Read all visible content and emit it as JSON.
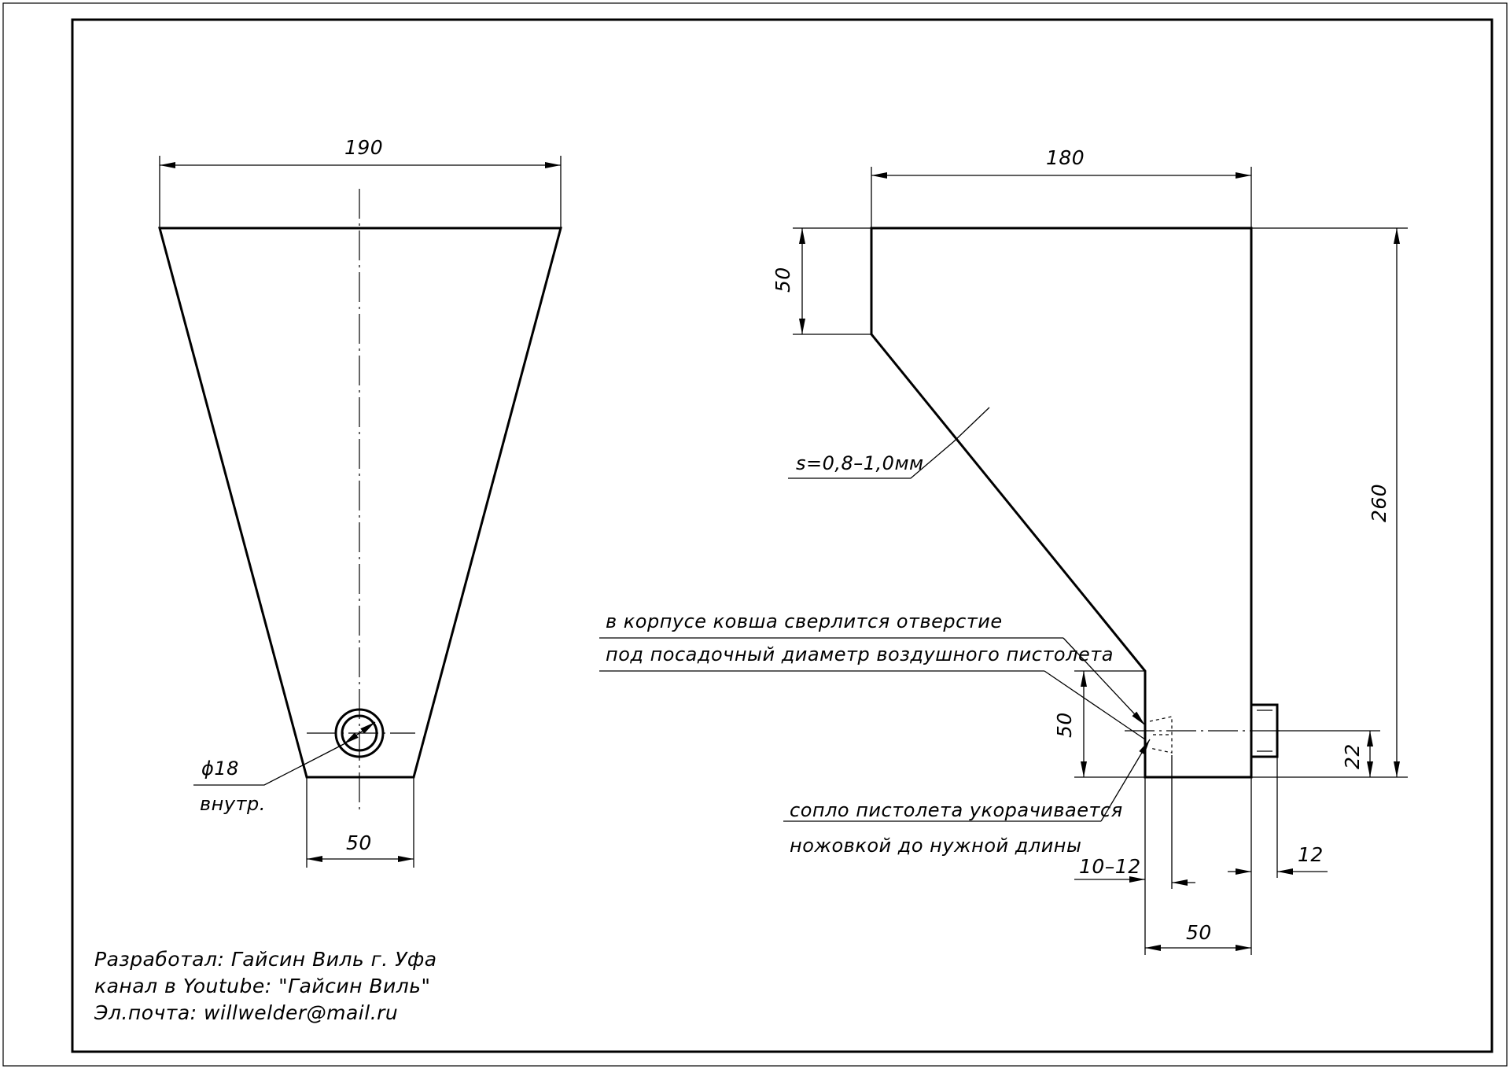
{
  "front_view": {
    "dim_top_width": "190",
    "dim_bottom_width": "50",
    "hole_diameter": "ϕ18",
    "hole_note": "внутр."
  },
  "side_view": {
    "dim_top_width": "180",
    "dim_top_height": "50",
    "dim_total_height": "260",
    "dim_lower_height": "50",
    "dim_nozzle_height": "22",
    "dim_bottom_width": "50",
    "dim_nozzle_cut": "10–12",
    "dim_fitting_length": "12",
    "thickness_note": "s=0,8–1,0мм",
    "drill_note_line1": "в корпусе ковша сверлится отверстие",
    "drill_note_line2": "под посадочный диаметр воздушного пистолета",
    "nozzle_note_line1": "сопло пистолета укорачивается",
    "nozzle_note_line2": "ножовкой до нужной длины"
  },
  "credits": {
    "line1": "Разработал: Гайсин Виль г. Уфа",
    "line2": "канал в Youtube: \"Гайсин Виль\"",
    "line3": "Эл.почта: willwelder@mail.ru"
  }
}
